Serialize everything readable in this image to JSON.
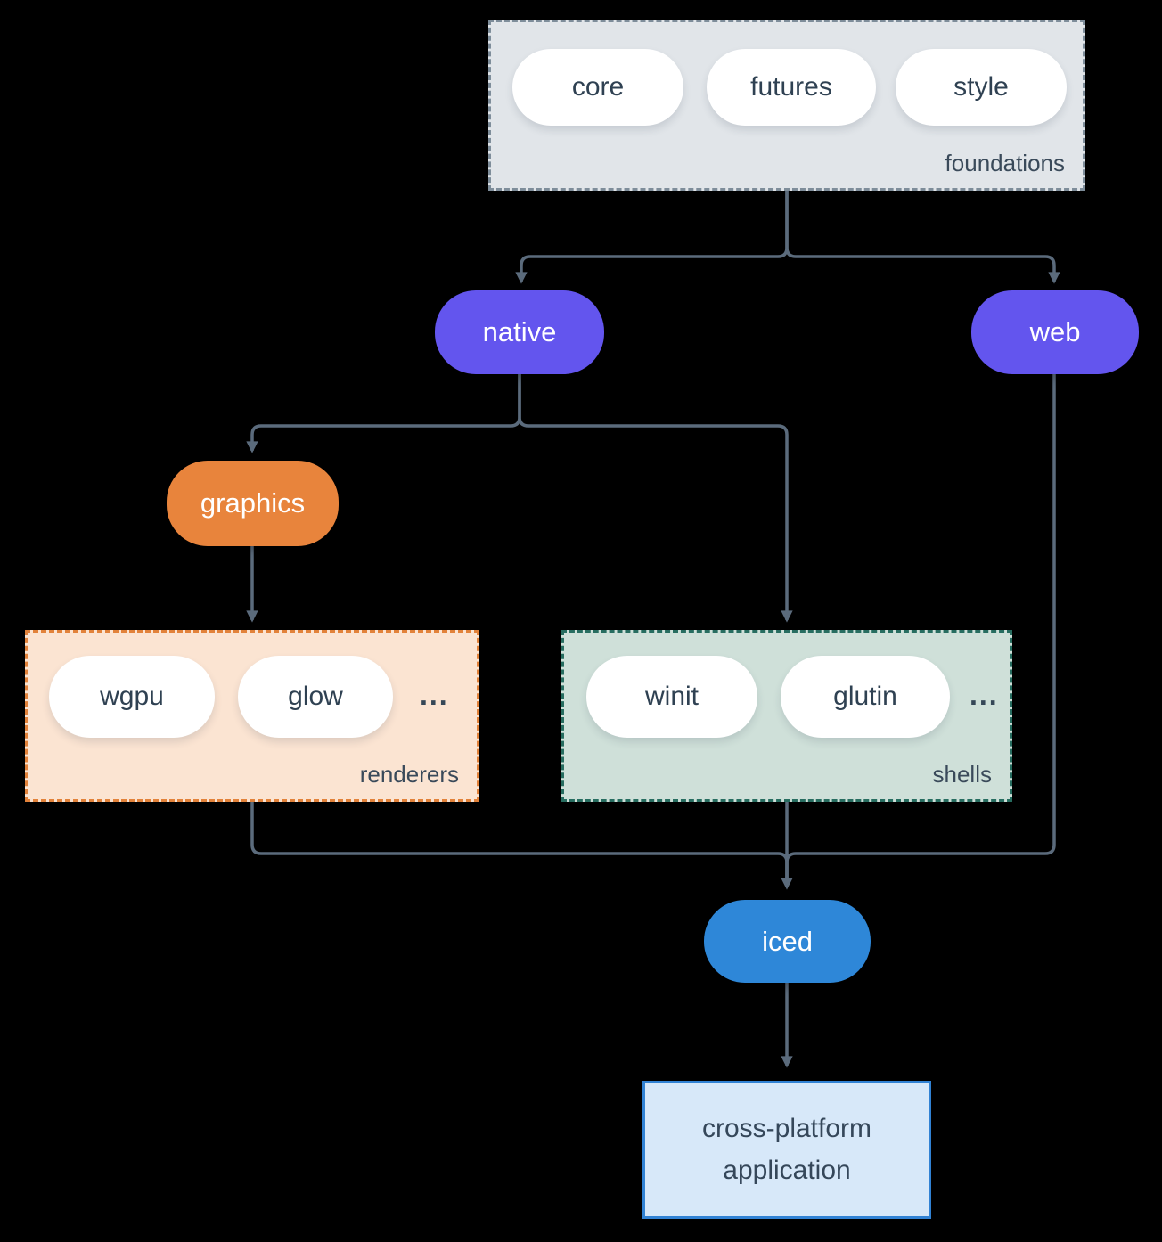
{
  "colors": {
    "background": "#000000",
    "connector": "#5b6b7c",
    "purple_node": "#6355ee",
    "orange_node": "#e8843c",
    "blue_node": "#2e87d8",
    "foundations_fill": "#e1e5e9",
    "foundations_border": "#7e8d9a",
    "renderers_fill": "#fbe4d2",
    "renderers_border": "#e2823a",
    "shells_fill": "#cfe0d9",
    "shells_border": "#276d60",
    "application_fill": "#d7e8f9",
    "application_border": "#3182d4",
    "pill_fill": "#ffffff",
    "dark_text": "#35475a"
  },
  "foundations": {
    "label": "foundations",
    "pills": [
      "core",
      "futures",
      "style"
    ]
  },
  "native": {
    "label": "native"
  },
  "web": {
    "label": "web"
  },
  "graphics": {
    "label": "graphics"
  },
  "renderers": {
    "label": "renderers",
    "pills": [
      "wgpu",
      "glow"
    ],
    "ellipsis": "..."
  },
  "shells": {
    "label": "shells",
    "pills": [
      "winit",
      "glutin"
    ],
    "ellipsis": "..."
  },
  "iced": {
    "label": "iced"
  },
  "application": {
    "label": "cross-platform application"
  },
  "edges": [
    {
      "from": "foundations",
      "to": "native"
    },
    {
      "from": "foundations",
      "to": "web"
    },
    {
      "from": "native",
      "to": "graphics"
    },
    {
      "from": "native",
      "to": "shells"
    },
    {
      "from": "graphics",
      "to": "renderers"
    },
    {
      "from": "renderers",
      "to": "iced"
    },
    {
      "from": "shells",
      "to": "iced"
    },
    {
      "from": "web",
      "to": "iced"
    },
    {
      "from": "iced",
      "to": "application"
    }
  ]
}
